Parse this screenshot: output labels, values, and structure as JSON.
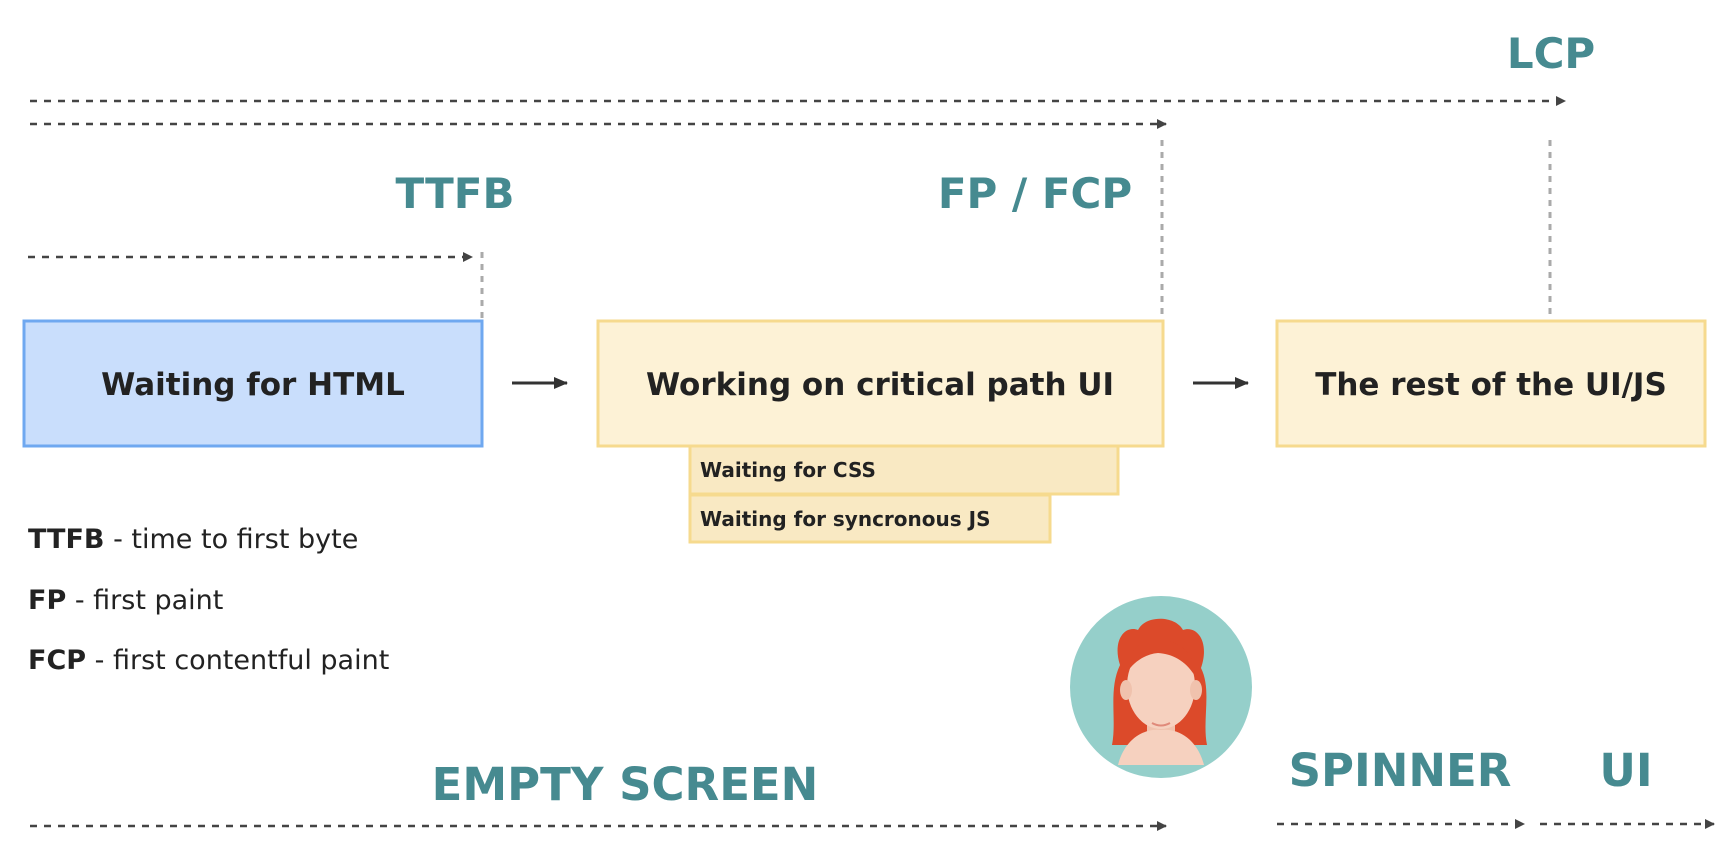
{
  "metrics": {
    "lcp": "LCP",
    "ttfb": "TTFB",
    "fp_fcp": "FP / FCP"
  },
  "boxes": {
    "waiting_html": "Waiting for HTML",
    "critical_path": "Working on critical path UI",
    "rest": "The rest of the UI/JS",
    "waiting_css": "Waiting for CSS",
    "waiting_js": "Waiting for syncronous JS"
  },
  "legend": [
    {
      "abbr": "TTFB",
      "desc": "- time to first byte"
    },
    {
      "abbr": "FP",
      "desc": "- first paint"
    },
    {
      "abbr": "FCP",
      "desc": "- first contentful paint"
    }
  ],
  "phases": {
    "empty_screen": "EMPTY SCREEN",
    "spinner": "SPINNER",
    "ui": "UI"
  },
  "colors": {
    "teal_text": "#468a90",
    "blue_box_fill": "#c9defc",
    "blue_box_border": "#6fa8f0",
    "yellow_box_fill": "#fdf2d6",
    "yellow_box_border": "#f6da8e",
    "avatar_bg": "#95cfca",
    "hair": "#dc4a2a",
    "skin": "#f6d1bf"
  }
}
